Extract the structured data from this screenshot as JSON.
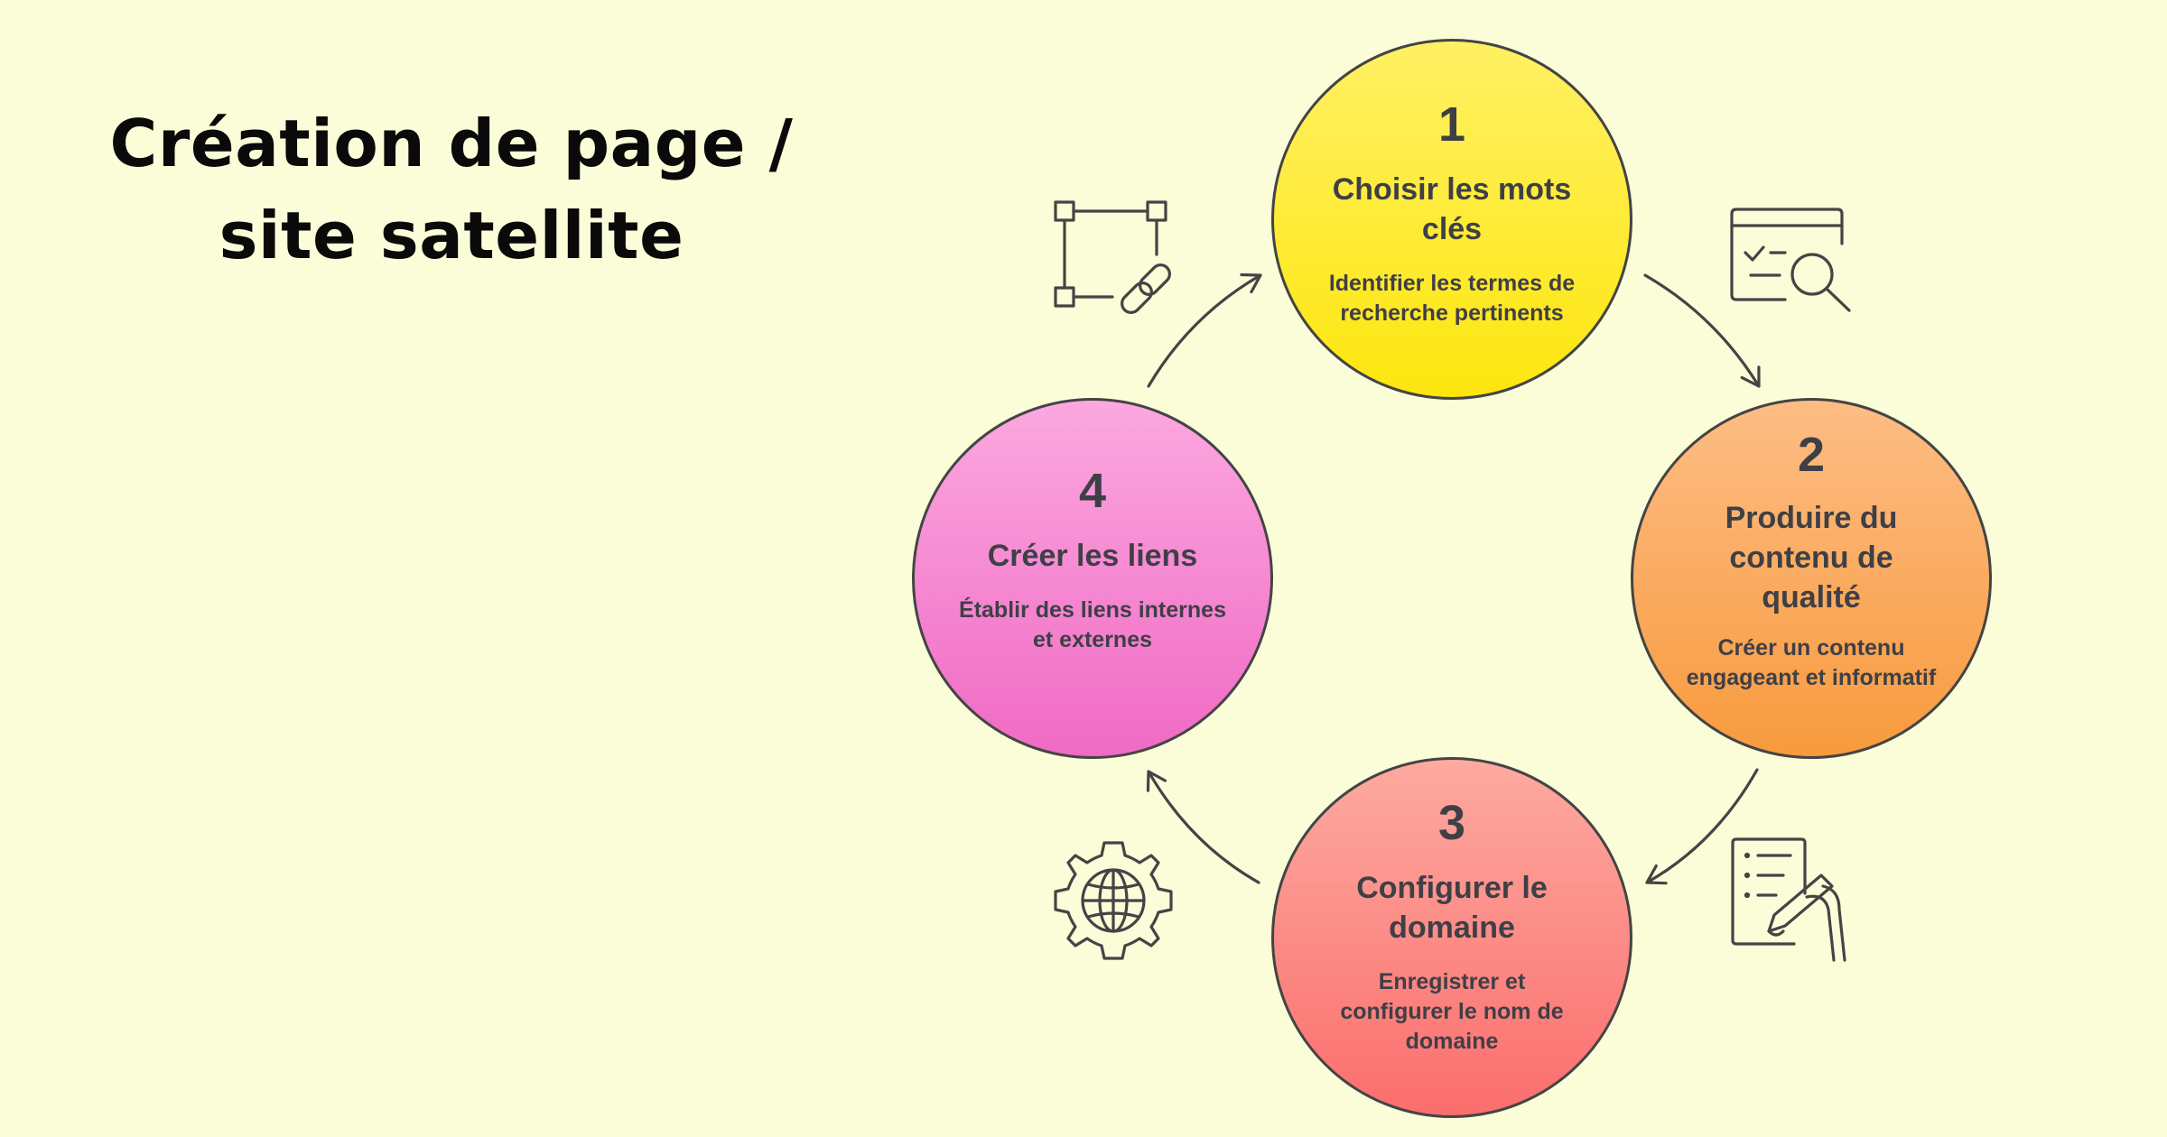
{
  "title": {
    "line1": "Création de page /",
    "line2": "site satellite"
  },
  "steps": [
    {
      "number": "1",
      "label": "Choisir les mots clés",
      "description": "Identifier les termes de recherche pertinents",
      "color": "#fde60e",
      "icon": "keyword-search-icon"
    },
    {
      "number": "2",
      "label": "Produire du contenu de qualité",
      "description": "Créer un contenu engageant et informatif",
      "color": "#f89a3d",
      "icon": "content-writing-icon"
    },
    {
      "number": "3",
      "label": "Configurer le domaine",
      "description": "Enregistrer et configurer le nom de domaine",
      "color": "#fb6e6d",
      "icon": "globe-gear-icon"
    },
    {
      "number": "4",
      "label": "Créer les liens",
      "description": "Établir des liens internes et externes",
      "color": "#f06ac4",
      "icon": "link-network-icon"
    }
  ]
}
